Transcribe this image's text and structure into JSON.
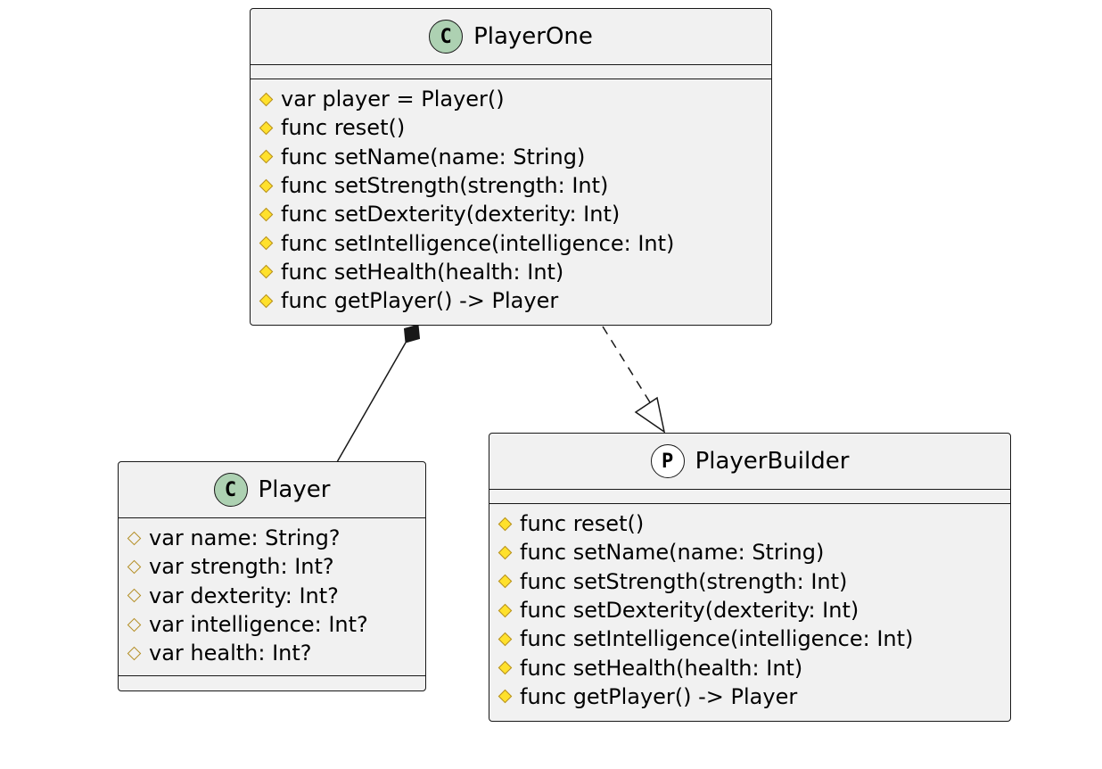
{
  "diagram": {
    "classes": [
      {
        "id": "playerone",
        "kind": "class",
        "badge": "C",
        "name": "PlayerOne",
        "fields": [],
        "methods": [
          "var player = Player()",
          "func reset()",
          "func setName(name: String)",
          "func setStrength(strength: Int)",
          "func setDexterity(dexterity: Int)",
          "func setIntelligence(intelligence: Int)",
          "func setHealth(health: Int)",
          "func getPlayer() -> Player"
        ]
      },
      {
        "id": "player",
        "kind": "class",
        "badge": "C",
        "name": "Player",
        "fields": [
          "var name: String?",
          "var strength: Int?",
          "var dexterity: Int?",
          "var intelligence: Int?",
          "var health: Int?"
        ],
        "methods": []
      },
      {
        "id": "playerbuilder",
        "kind": "protocol",
        "badge": "P",
        "name": "PlayerBuilder",
        "fields": [],
        "methods": [
          "func reset()",
          "func setName(name: String)",
          "func setStrength(strength: Int)",
          "func setDexterity(dexterity: Int)",
          "func setIntelligence(intelligence: Int)",
          "func setHealth(health: Int)",
          "func getPlayer() -> Player"
        ]
      }
    ],
    "relations": [
      {
        "from": "playerone",
        "to": "player",
        "type": "composition"
      },
      {
        "from": "playerone",
        "to": "playerbuilder",
        "type": "realization"
      }
    ],
    "colors": {
      "class_badge": "#add1b2",
      "protocol_badge": "#ffffff",
      "box_fill": "#f1f1f1",
      "border": "#181818",
      "visibility_fill": "#ffe12c",
      "visibility_border": "#b38d22"
    }
  }
}
